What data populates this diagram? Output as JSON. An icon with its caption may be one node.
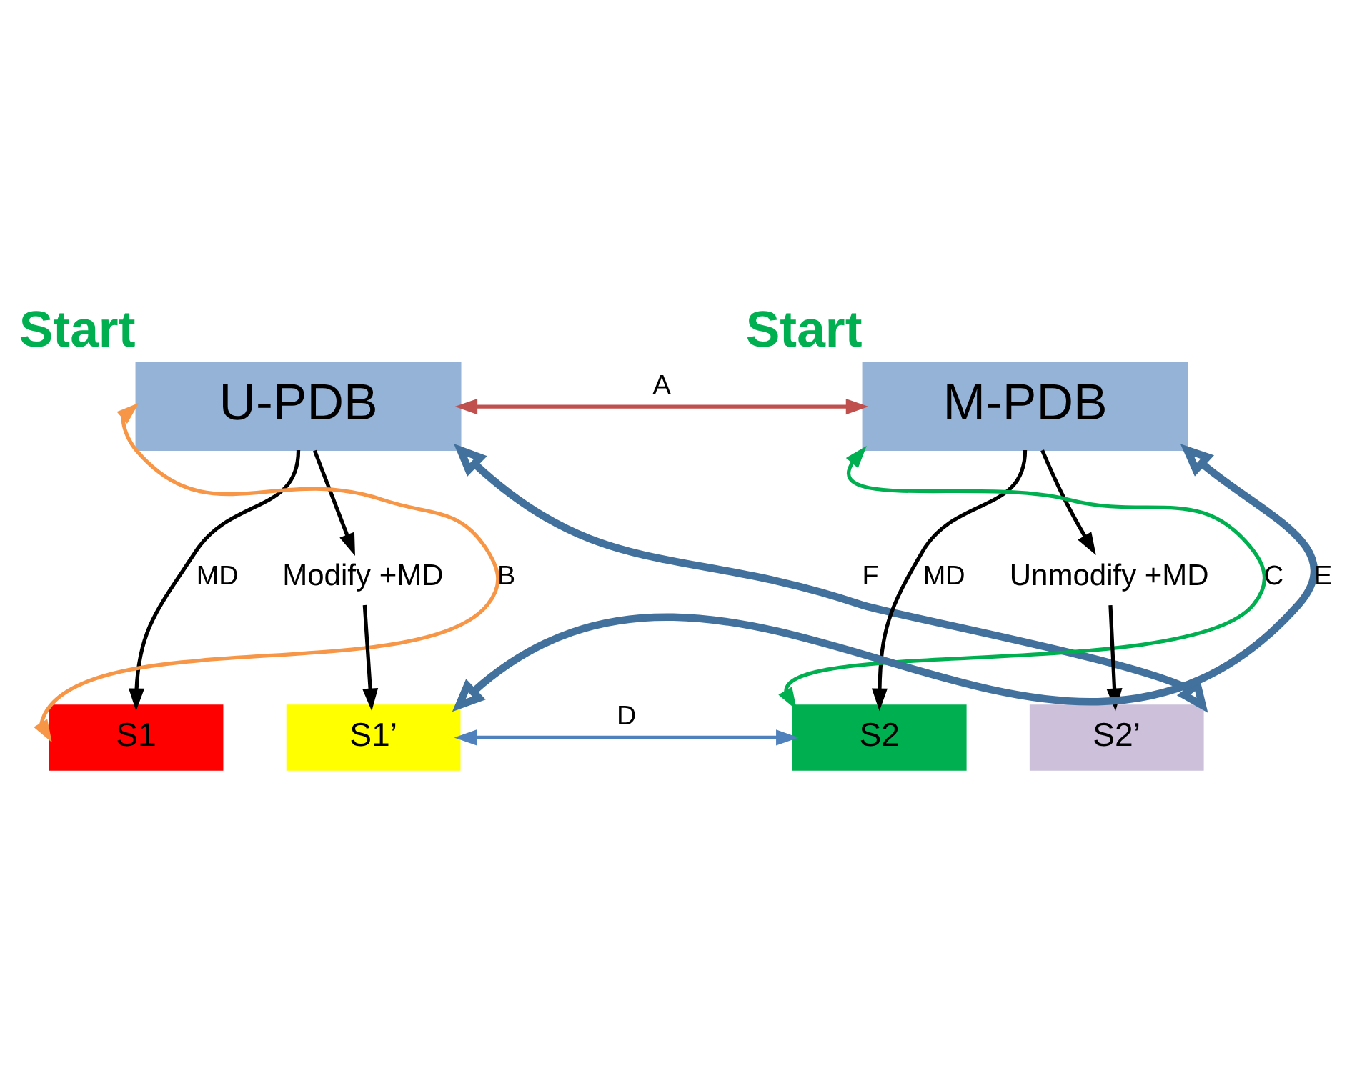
{
  "diagram": {
    "nodes": [
      {
        "text": [
          "U-PDB"
        ],
        "beside": [
          "Start"
        ]
      },
      {
        "text": [
          "M-PDB"
        ],
        "beside": [
          "Start"
        ]
      },
      {
        "text": [
          "Modify +MD"
        ]
      },
      {
        "text": [
          "Unmodify +MD"
        ]
      },
      {
        "text": [
          "S1"
        ]
      },
      {
        "text": [
          "S1’"
        ]
      },
      {
        "text": [
          "S2"
        ]
      },
      {
        "text": [
          "S2’"
        ]
      }
    ],
    "edges": [
      {
        "from": 0,
        "to": 1,
        "arrow": "both",
        "label": "A",
        "color": "#c0504d"
      },
      {
        "from": 0,
        "to": 4,
        "arrow": "to",
        "label": "MD"
      },
      {
        "from": 0,
        "to": 2,
        "arrow": "to"
      },
      {
        "from": 2,
        "to": 5,
        "arrow": "to"
      },
      {
        "from": 1,
        "to": 6,
        "arrow": "to",
        "label": "MD"
      },
      {
        "from": 1,
        "to": 3,
        "arrow": "to"
      },
      {
        "from": 3,
        "to": 7,
        "arrow": "to"
      },
      {
        "from": 0,
        "to": 4,
        "arrow": "both",
        "label": "B",
        "color": "#f79646"
      },
      {
        "from": 1,
        "to": 6,
        "arrow": "both",
        "label": "C",
        "color": "#00b050"
      },
      {
        "from": 5,
        "to": 6,
        "arrow": "both",
        "label": "D",
        "color": "#4f81bd"
      },
      {
        "from": 5,
        "to": 1,
        "arrow": "both",
        "label": "E",
        "color": "#41719c",
        "style": "thick"
      },
      {
        "from": 0,
        "to": 7,
        "arrow": "both",
        "label": "F",
        "color": "#41719c",
        "style": "thick"
      }
    ]
  }
}
